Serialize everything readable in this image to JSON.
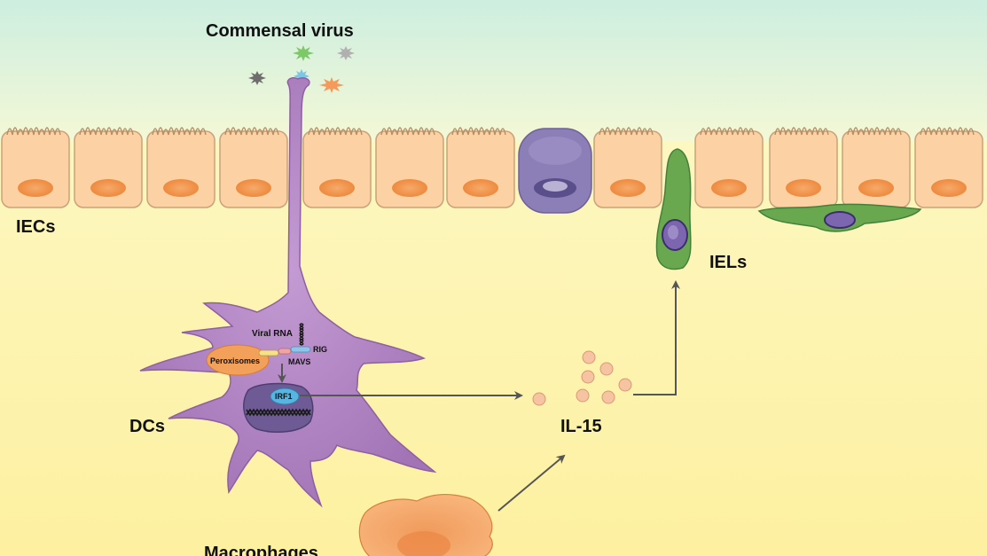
{
  "labels": {
    "commensal_virus": "Commensal virus",
    "iecs": "IECs",
    "iels": "IELs",
    "dcs": "DCs",
    "il15": "IL-15",
    "macrophages": "Macrophages",
    "viral_rna": "Viral RNA",
    "rig": "RIG",
    "mavs": "MAVS",
    "peroxisomes": "Peroxisomes",
    "irf1": "IRF1"
  },
  "colors": {
    "lumen_top": "#cdeee0",
    "lumen_bottom": "#f4f8d6",
    "lamina": "#fdf3a8",
    "epithelial_cell": "#fcd2a4",
    "epithelial_nucleus": "#f39a55",
    "goblet_cell": "#8c7fb8",
    "dc_cell": "#b48cc4",
    "iel_cell": "#6aa84f",
    "iel_nucleus": "#7d66b0",
    "macrophage": "#f6a96a",
    "cytokine": "#f6c3a3",
    "irf1": "#5ab4e0",
    "peroxisome": "#f2a05a",
    "arrow": "#555555"
  }
}
